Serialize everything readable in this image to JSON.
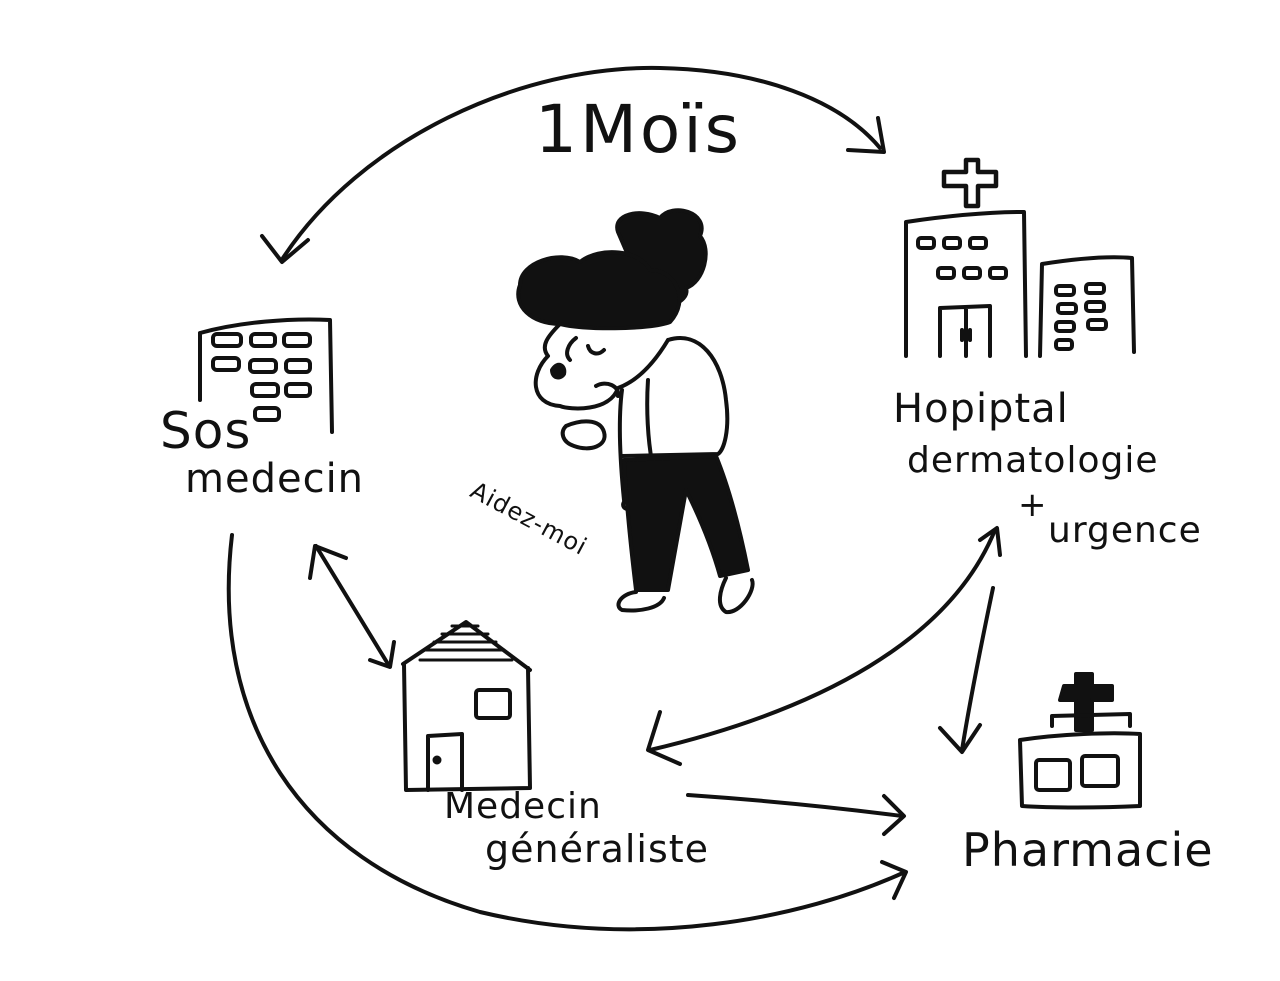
{
  "diagram": {
    "duration_label": "1Moïs",
    "nodes": {
      "sos_medecin": {
        "line1": "Sos",
        "line2": "medecin",
        "icon": "office-building-icon"
      },
      "hospital": {
        "line1": "Hopiptal",
        "line2": "dermatologie",
        "line3": "+",
        "line4": "urgence",
        "icon": "hospital-building-icon"
      },
      "general_practitioner": {
        "line1": "Medecin",
        "line2": "généraliste",
        "icon": "house-icon"
      },
      "pharmacy": {
        "line1": "Pharmacie",
        "icon": "pharmacy-icon"
      }
    },
    "person": {
      "speech": "Aidez-moi",
      "icon": "crying-person-icon"
    },
    "colors": {
      "ink": "#111111",
      "background": "#ffffff"
    }
  }
}
